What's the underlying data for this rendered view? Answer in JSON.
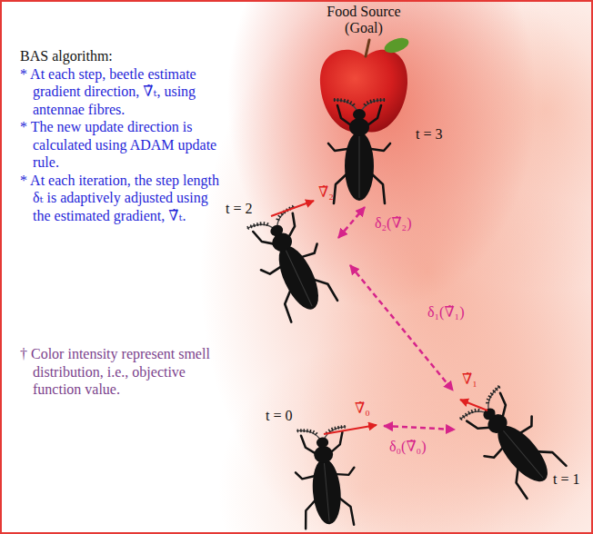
{
  "diagram": {
    "labels": [
      "Food Source (Goal)",
      "BAS algorithm:",
      "* At each step, beetle estimate gradient direction, ∇̃ₜ, using antennae fibres.",
      "* The new update direction is calculated using ADAM update rule.",
      "* At each iteration, the step length δₜ is adaptively adjusted using the estimated gradient, ∇̃ₜ.",
      "† Color intensity represent smell distribution, i.e., objective function value.",
      "t = 3",
      "∇̃₂",
      "δ₂(∇̃₂)",
      "t = 2",
      "δ₁(∇̃₁)",
      "∇̃₁",
      "t = 1",
      "∇̃₀",
      "δ₀(∇̃₀)",
      "t = 0"
    ]
  }
}
